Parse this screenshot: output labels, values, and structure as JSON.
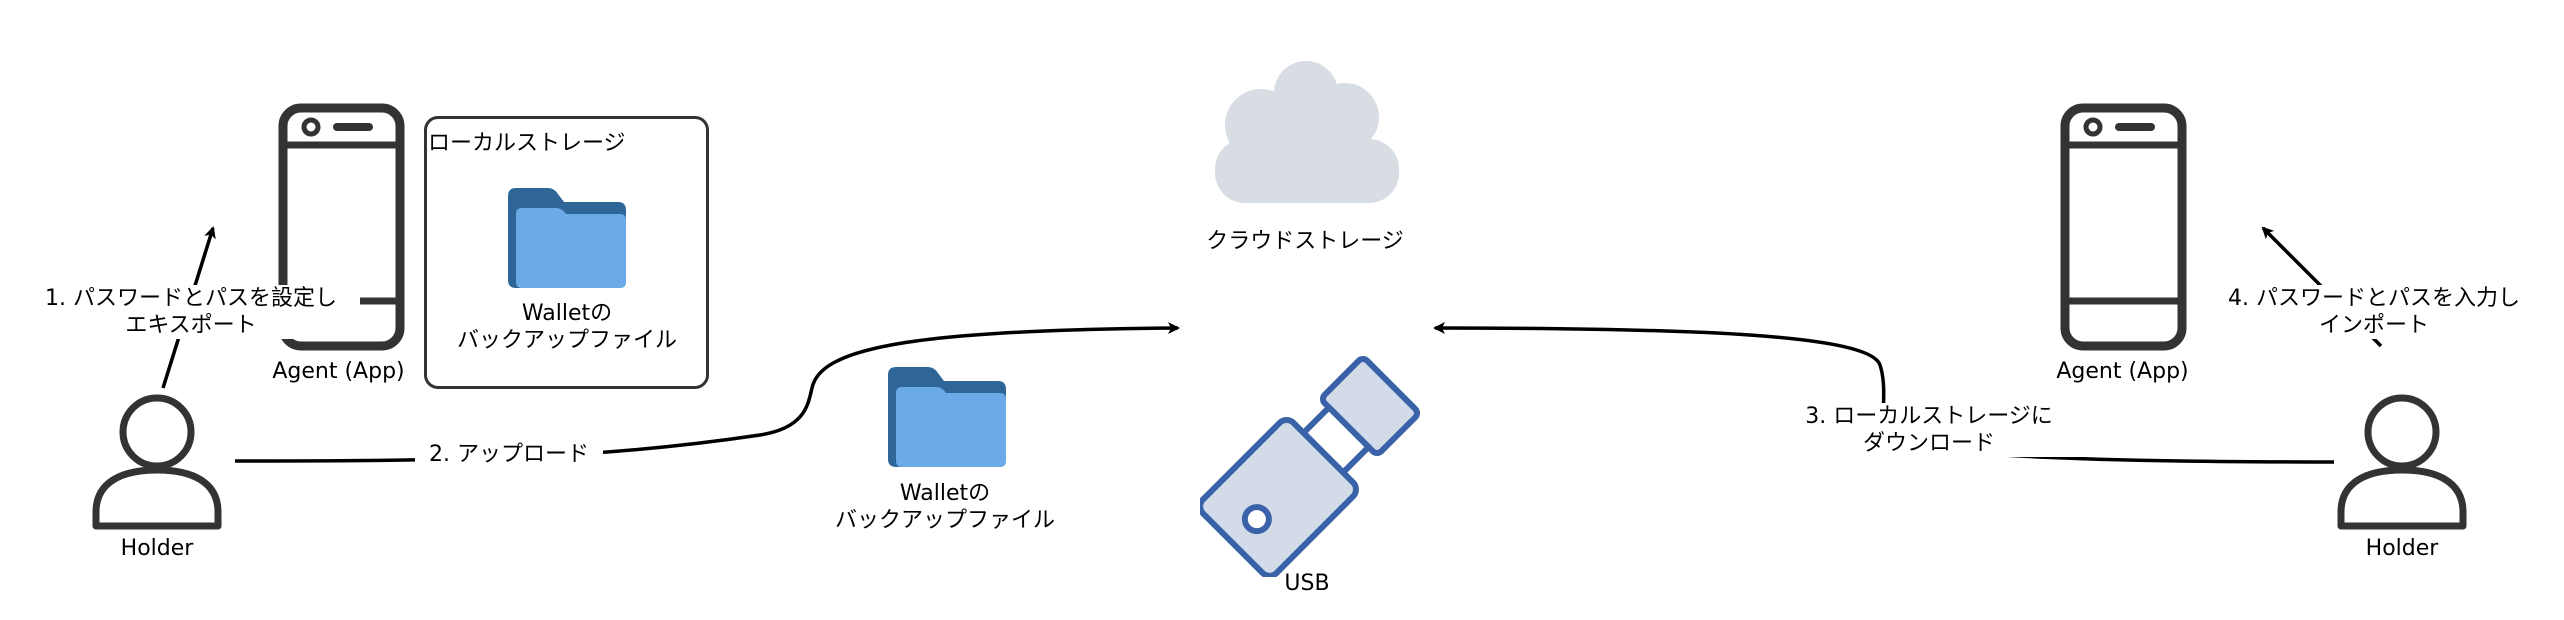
{
  "colors": {
    "line": "#000000",
    "outline": "#333333",
    "folder_front": "#6aaae6",
    "folder_back": "#2f6698",
    "cloud": "#d8dde3",
    "usb_body": "#d3dbe9",
    "usb_outline": "#3a62a8"
  },
  "icons": {
    "left_phone": "smartphone-icon",
    "left_holder": "person-icon",
    "local_folder": "folder-icon",
    "transfer_folder": "folder-icon",
    "cloud": "cloud-icon",
    "usb": "usb-drive-icon",
    "right_phone": "smartphone-icon",
    "right_holder": "person-icon"
  },
  "left": {
    "agent_label": "Agent (App)",
    "holder_label": "Holder",
    "step1": "1. パスワードとパスを設定し\nエキスポート"
  },
  "local_storage": {
    "title": "ローカルストレージ",
    "file_label": "Walletの\nバックアップファイル"
  },
  "transfer": {
    "step2": "2. アップロード",
    "file_label": "Walletの\nバックアップファイル"
  },
  "center": {
    "cloud_label": "クラウドストレージ",
    "usb_label": "USB"
  },
  "right": {
    "step3": "3. ローカルストレージに\nダウンロード",
    "agent_label": "Agent (App)",
    "holder_label": "Holder",
    "step4": "4. パスワードとパスを入力し\nインポート"
  }
}
